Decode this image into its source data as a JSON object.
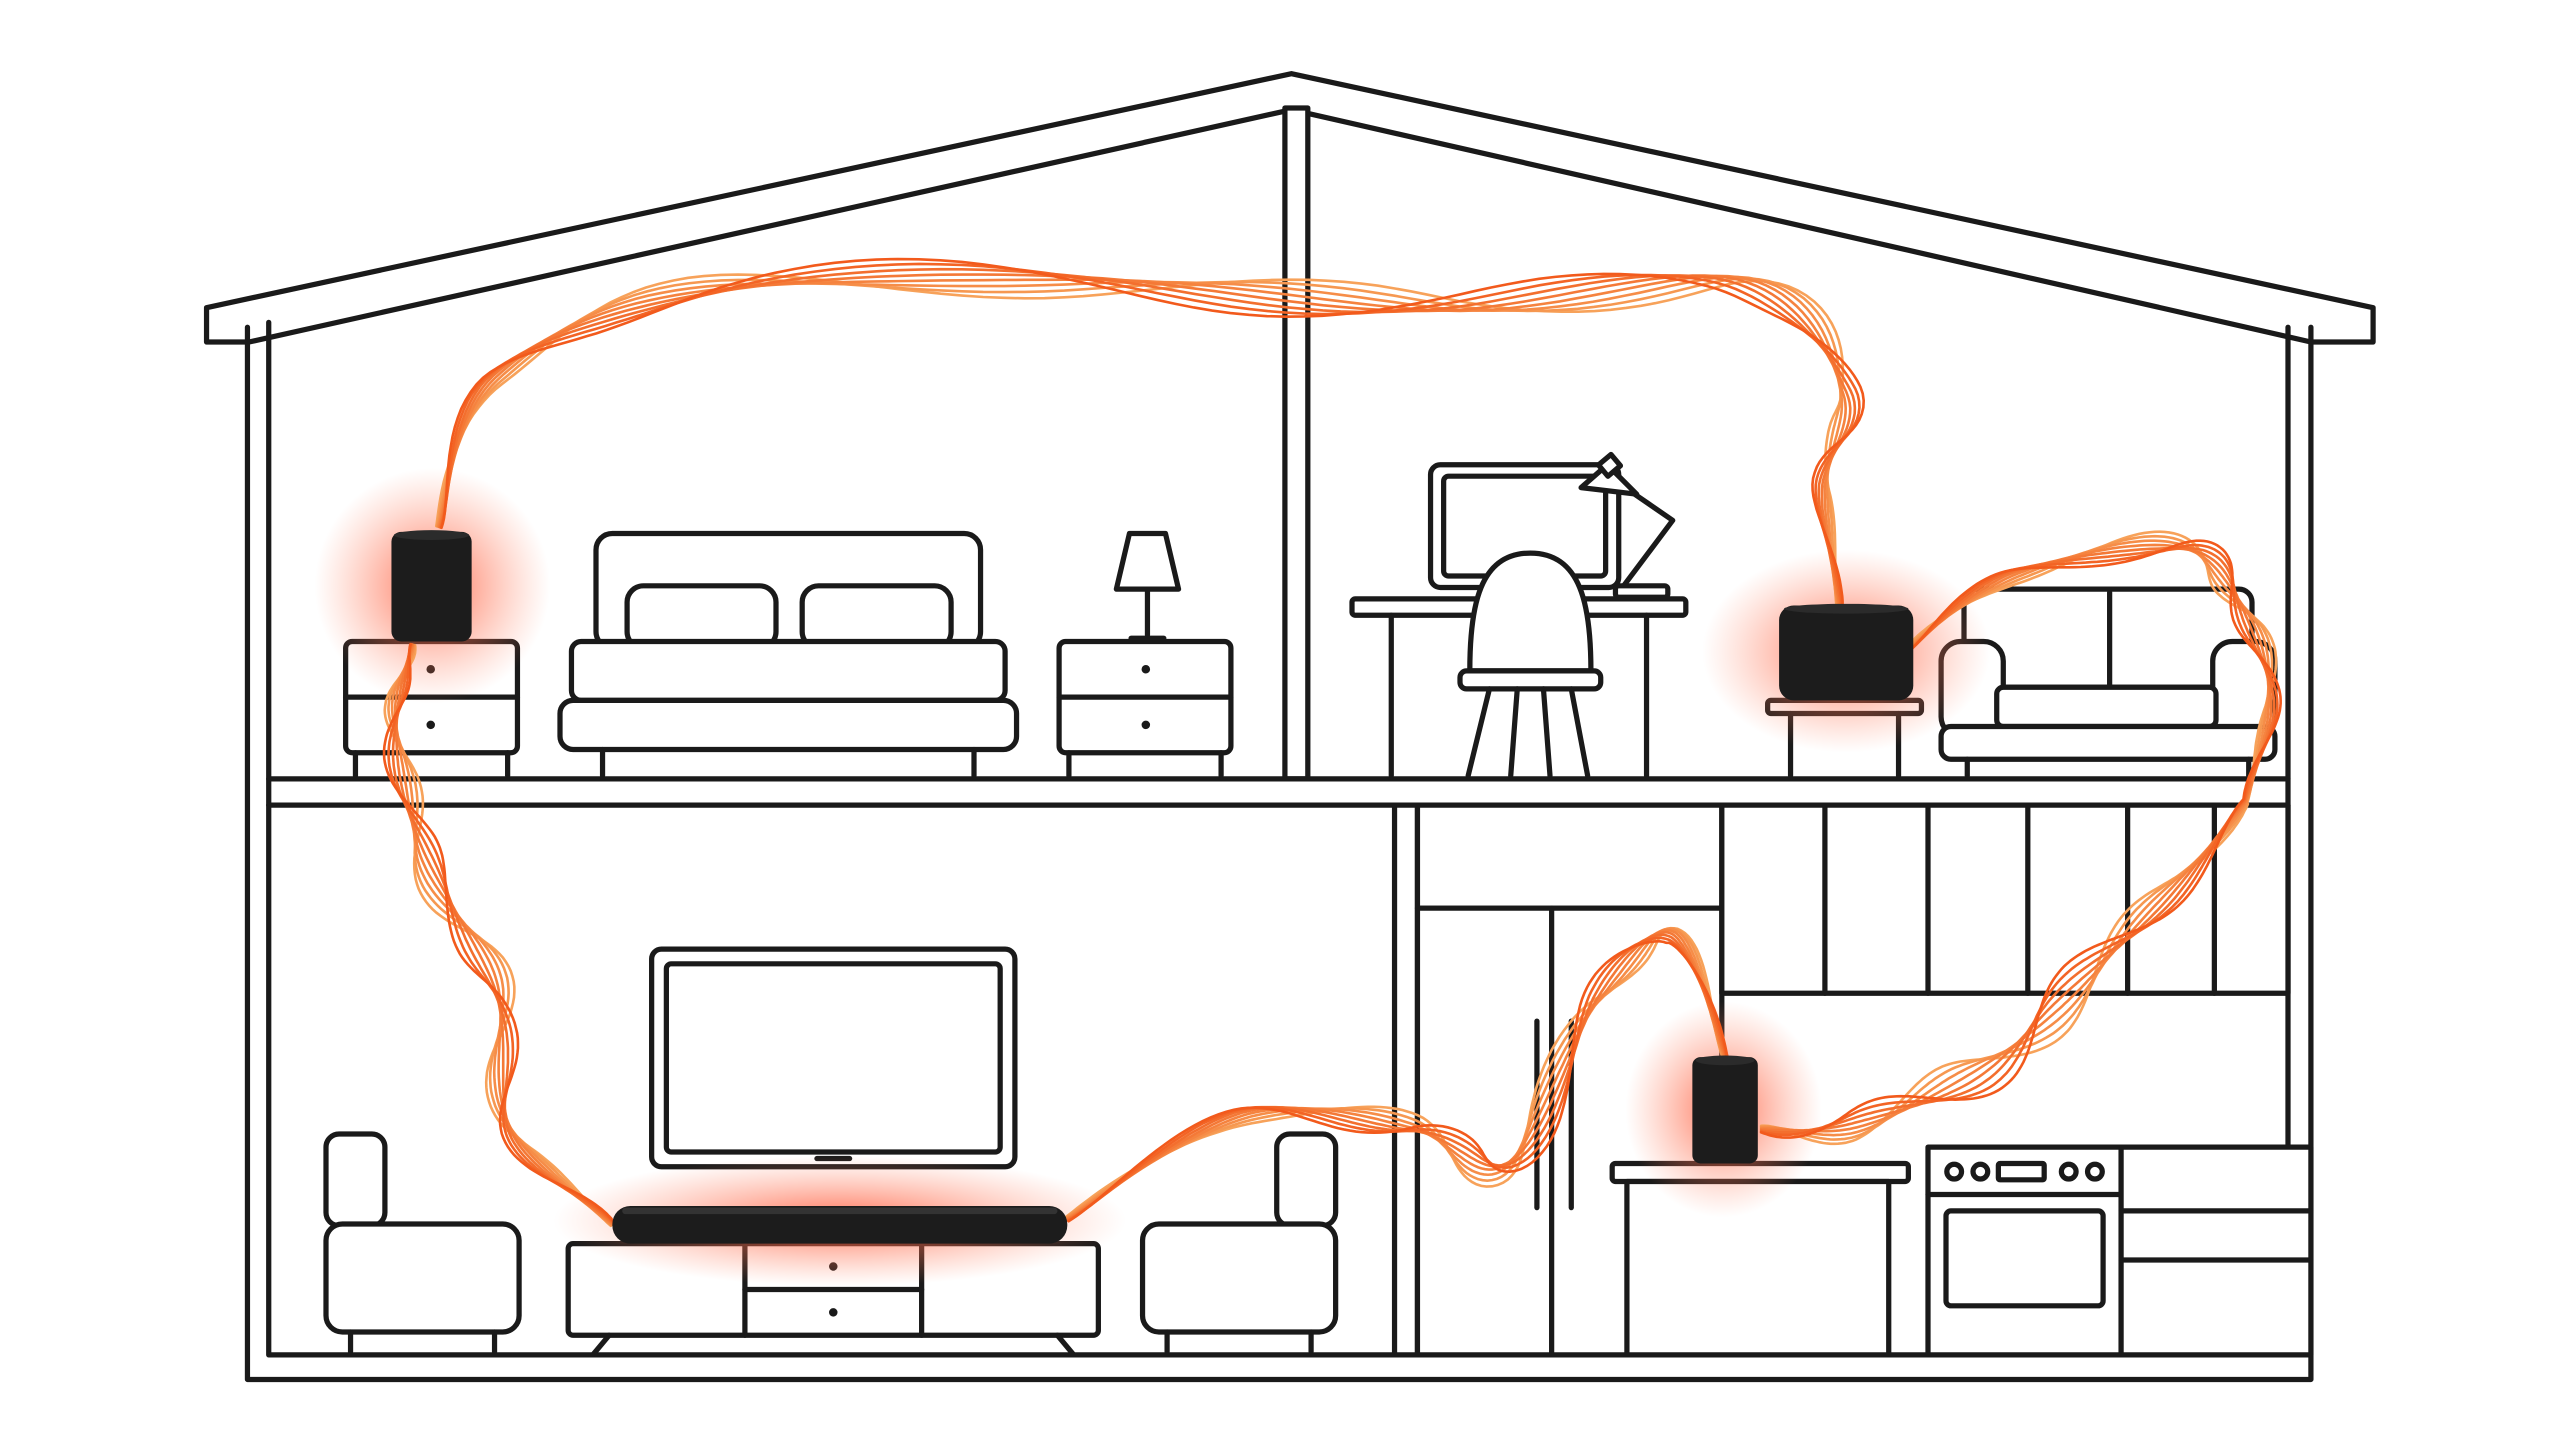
{
  "colors": {
    "line": "#1a1a1a",
    "background": "#ffffff",
    "wave_light": "#f7a25a",
    "wave_dark": "#f25a1c",
    "glow": "#ff5a3c",
    "speaker": "#1c1c1c"
  },
  "rooms": [
    {
      "name": "bedroom"
    },
    {
      "name": "office"
    },
    {
      "name": "living-room"
    },
    {
      "name": "kitchen"
    }
  ],
  "speakers": [
    {
      "name": "bedroom-speaker",
      "icon": "cylinder-speaker"
    },
    {
      "name": "office-speaker",
      "icon": "wide-speaker"
    },
    {
      "name": "living-room-soundbar",
      "icon": "soundbar"
    },
    {
      "name": "kitchen-speaker",
      "icon": "cylinder-speaker"
    }
  ],
  "wave_strands": 8
}
